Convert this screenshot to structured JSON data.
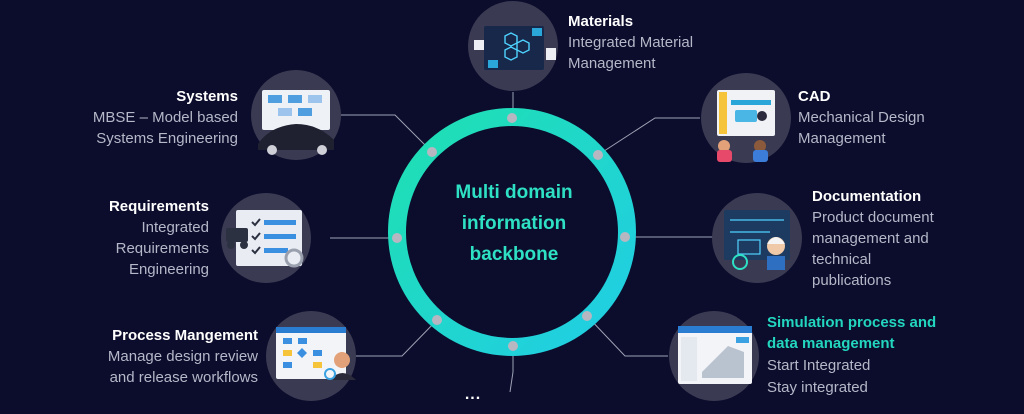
{
  "center": {
    "lines": [
      "Multi domain",
      "information",
      "backbone"
    ]
  },
  "colors": {
    "background": "#0c0c2c",
    "ring_start": "#1fe0b0",
    "ring_end": "#20cde6",
    "accent_text": "#22d6bf",
    "node": "#b7b7c2",
    "connector": "#9da3b4"
  },
  "domains": {
    "materials": {
      "title": "Materials",
      "lines": [
        "Integrated Material",
        "Management"
      ],
      "icon": "materials-thumbnail-icon"
    },
    "cad": {
      "title": "CAD",
      "lines": [
        "Mechanical Design",
        "Management"
      ],
      "icon": "cad-thumbnail-icon"
    },
    "documentation": {
      "title": "Documentation",
      "lines": [
        "Product document",
        "management and",
        "technical",
        "publications"
      ],
      "icon": "documentation-thumbnail-icon"
    },
    "simulation": {
      "title_lines": [
        "Simulation process and",
        "data management"
      ],
      "lines": [
        "Start Integrated",
        "Stay integrated"
      ],
      "icon": "simulation-thumbnail-icon"
    },
    "systems": {
      "title": "Systems",
      "lines": [
        "MBSE – Model based",
        "Systems Engineering"
      ],
      "icon": "systems-thumbnail-icon"
    },
    "requirements": {
      "title": "Requirements",
      "lines": [
        "Integrated",
        "Requirements",
        "Engineering"
      ],
      "icon": "requirements-thumbnail-icon"
    },
    "process": {
      "title": "Process Mangement",
      "lines": [
        "Manage design review",
        "and release workflows"
      ],
      "icon": "process-thumbnail-icon"
    }
  },
  "more": {
    "label": "..."
  }
}
